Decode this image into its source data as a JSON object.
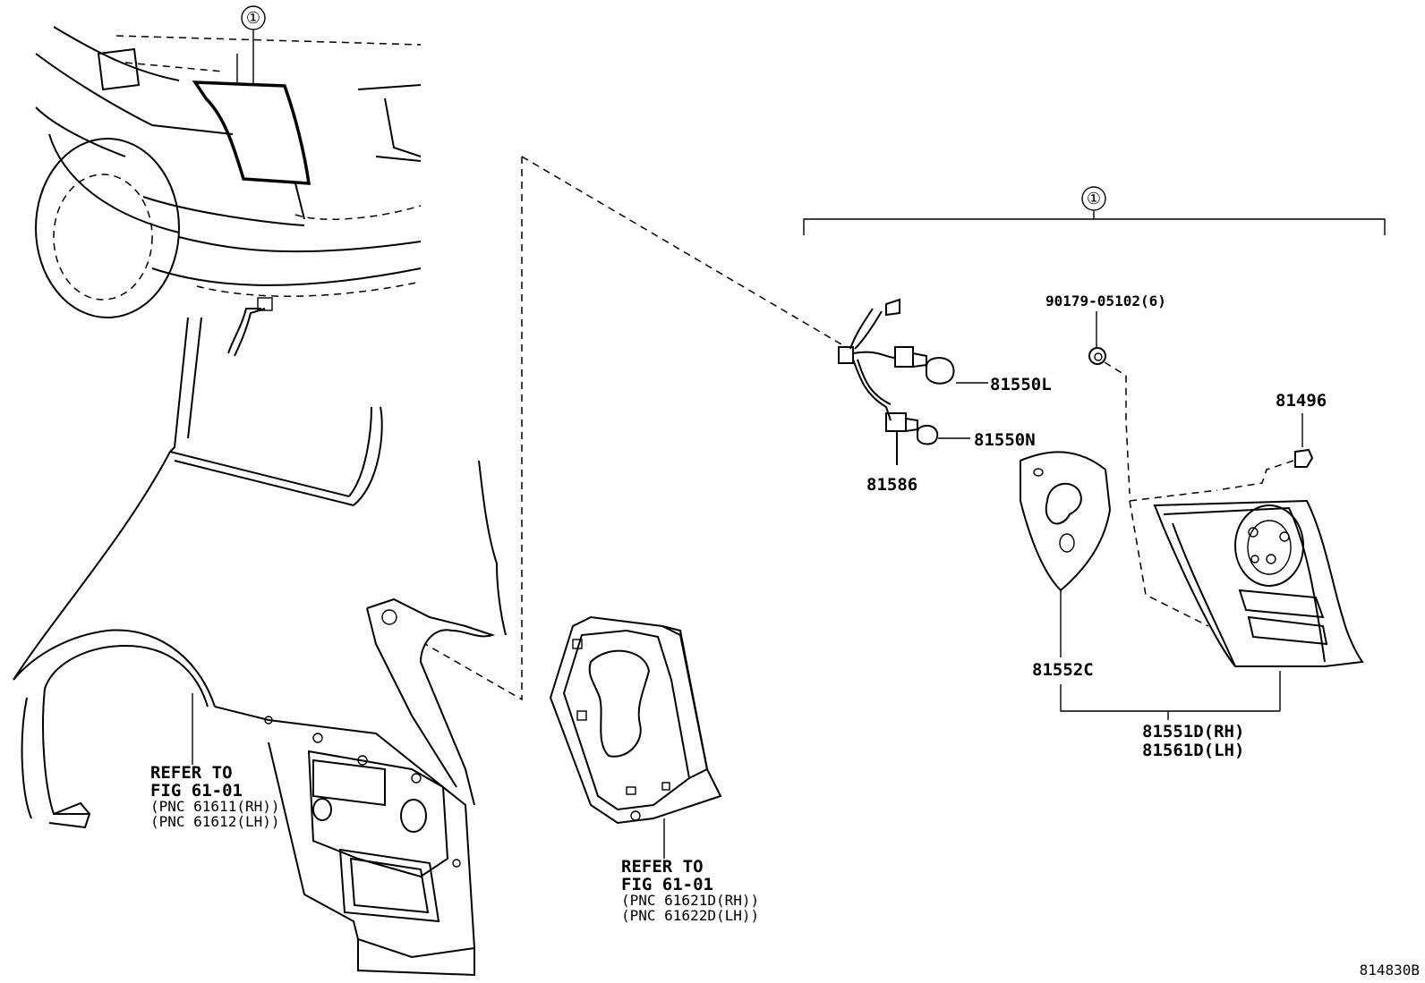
{
  "callout_symbol": "①",
  "parts": {
    "p90179": "90179-05102(6)",
    "p81550L": "81550L",
    "p81550N": "81550N",
    "p81586": "81586",
    "p81496": "81496",
    "p81552C": "81552C",
    "p81551D": "81551D(RH)",
    "p81561D": "81561D(LH)"
  },
  "refer_left": {
    "line1": "REFER TO",
    "line2": "FIG 61-01",
    "line3": "(PNC 61611(RH))",
    "line4": "(PNC 61612(LH))"
  },
  "refer_mid": {
    "line1": "REFER TO",
    "line2": "FIG 61-01",
    "line3": "(PNC 61621D(RH))",
    "line4": "(PNC 61622D(LH))"
  },
  "figure_id": "814830B"
}
